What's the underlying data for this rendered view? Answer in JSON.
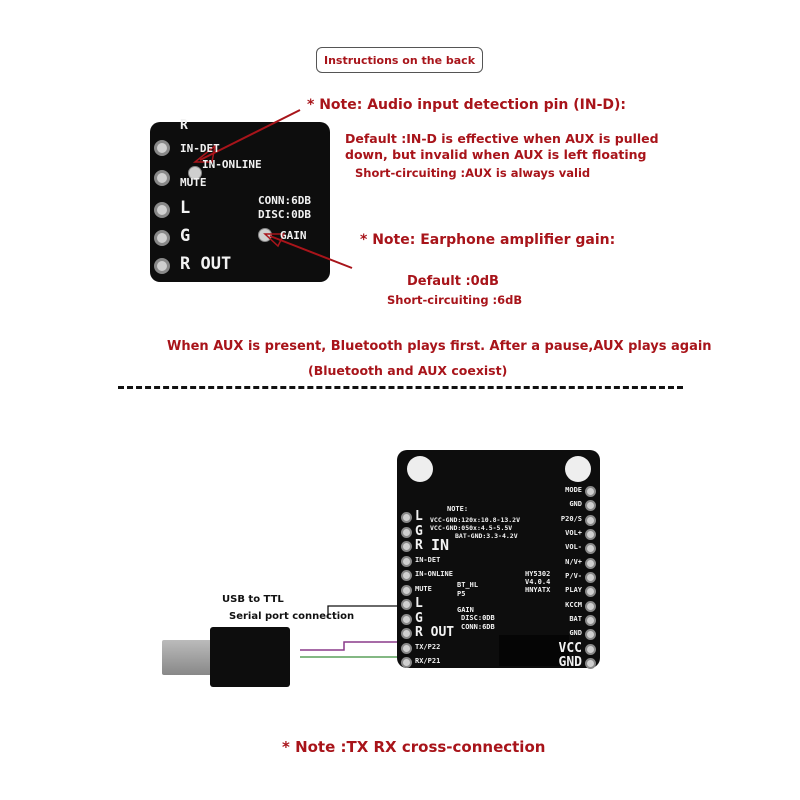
{
  "header": {
    "button_label": "Instructions on the back"
  },
  "top_board": {
    "labels": [
      "R",
      "IN-DET",
      "IN-ONLINE",
      "MUTE",
      "L",
      "G",
      "R OUT",
      "CONN:6DB",
      "DISC:0DB",
      "GAIN"
    ]
  },
  "notes": {
    "detect_title": "* Note: Audio input detection pin (IN-D):",
    "detect_line1": "Default :IN-D is effective when AUX is pulled",
    "detect_line2": "down, but invalid when AUX is left floating",
    "detect_line3": "Short-circuiting :AUX is always valid",
    "gain_title": "* Note: Earphone amplifier gain:",
    "gain_line1": "Default :0dB",
    "gain_line2": "Short-circuiting :6dB",
    "aux_line1": "When AUX is present, Bluetooth plays first. After a pause,AUX plays again",
    "aux_line2": "(Bluetooth and AUX coexist)",
    "txrx": "* Note :TX RX cross-connection"
  },
  "usb": {
    "line1": "USB to TTL",
    "line2": "Serial port connection"
  },
  "bottom_board": {
    "left_pins": [
      "L",
      "G",
      "R",
      "IN-DET",
      "IN-ONLINE",
      "MUTE",
      "L",
      "G",
      "R OUT",
      "TX/P22",
      "RX/P21"
    ],
    "in_label": "IN",
    "note": "NOTE:",
    "note_lines": [
      "VCC-GND:120x:10.8-13.2V",
      "VCC-GND:050x:4.5-5.5V",
      "BAT-GND:3.3-4.2V"
    ],
    "model": [
      "HY5302",
      "V4.0.4",
      "HNYATX"
    ],
    "bt": [
      "BT_HL",
      "P5"
    ],
    "gain": [
      "GAIN",
      "DISC:0DB",
      "CONN:6DB"
    ],
    "right_pins": [
      "MODE",
      "GND",
      "P20/S",
      "VOL+",
      "VOL-",
      "N/V+",
      "P/V-",
      "PLAY",
      "KCCM",
      "BAT",
      "GND",
      "VCC",
      "GND"
    ]
  },
  "colors": {
    "annotation": "#a8141a",
    "wire_purple": "#8a3a8a",
    "wire_green": "#5aa05a",
    "wire_black": "#111111"
  }
}
